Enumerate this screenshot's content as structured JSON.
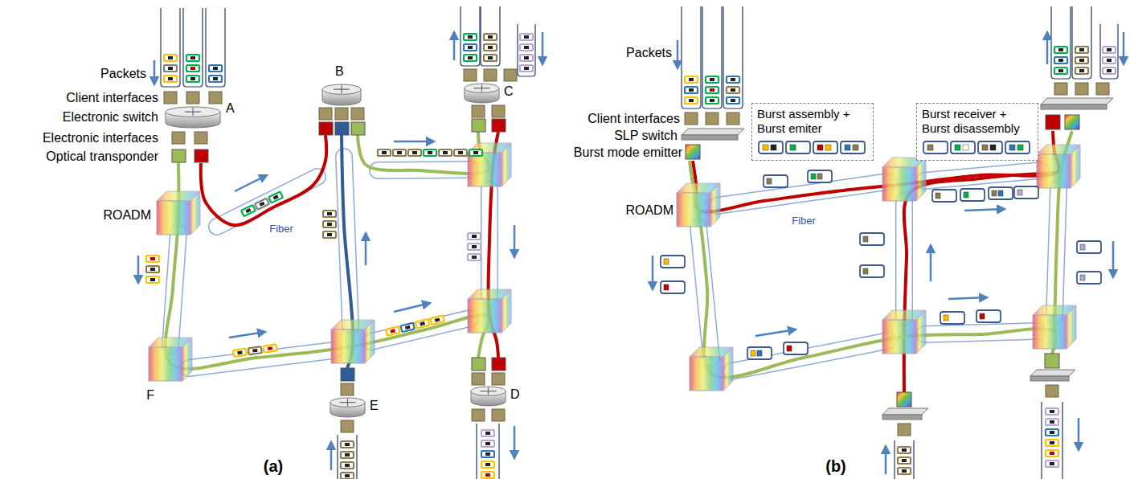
{
  "diagram": {
    "nodes": [
      {
        "text": [
          "A"
        ]
      },
      {
        "text": [
          "B"
        ]
      },
      {
        "text": [
          "C"
        ]
      },
      {
        "text": [
          "D"
        ]
      },
      {
        "text": [
          "E"
        ]
      },
      {
        "text": [
          "Burst assembly + Burst emiter"
        ]
      },
      {
        "text": [
          "Burst receiver + Burst disassembly"
        ]
      }
    ],
    "labels": [
      "Packets",
      "Client interfaces",
      "Electronic switch",
      "Electronic interfaces",
      "Optical transponder",
      "ROADM",
      "Fiber",
      "F",
      "(a)",
      "Packets",
      "Client interfaces",
      "SLP switch",
      "Burst mode emitter",
      "ROADM",
      "Fiber",
      "(b)"
    ]
  }
}
